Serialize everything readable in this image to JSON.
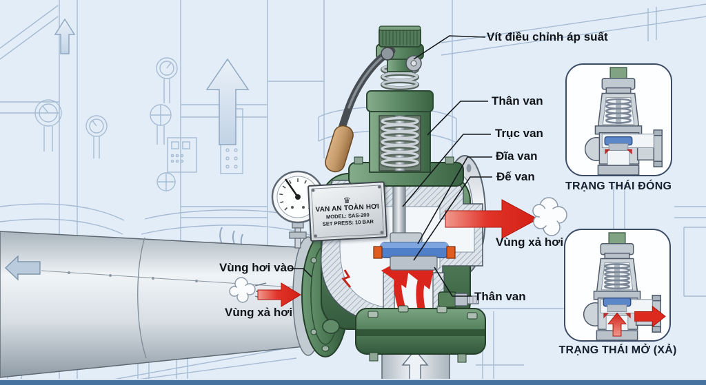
{
  "labels": {
    "adjust_screw": "Vít điều chỉnh áp suất",
    "valve_body_upper": "Thân van",
    "valve_stem": "Trục van",
    "valve_disc": "Đĩa van",
    "valve_seat": "Đế van",
    "discharge_zone_right": "Vùng xả hơi",
    "valve_body_lower": "Thân van",
    "inlet_zone": "Vùng hơi vào",
    "discharge_zone_left": "Vùng xả hơi"
  },
  "nameplate": {
    "crown": "♛",
    "title": "VAN AN TOÀN HƠI",
    "model": "MODEL: SAS-200",
    "set_press": "SET PRESS: 10 BAR"
  },
  "state_panels": [
    {
      "caption": "TRẠNG THÁI ĐÓNG"
    },
    {
      "caption": "TRẠNG THÁI MỞ (XẢ)"
    }
  ],
  "colors": {
    "background": "#e3edf7",
    "lineart": "#a6bbd3",
    "valve_green": "#55825d",
    "arrow_red": "#d9251b",
    "disc_blue": "#4f7fc9",
    "caption_text": "#15202f",
    "bottom_bar": "#46729f"
  }
}
